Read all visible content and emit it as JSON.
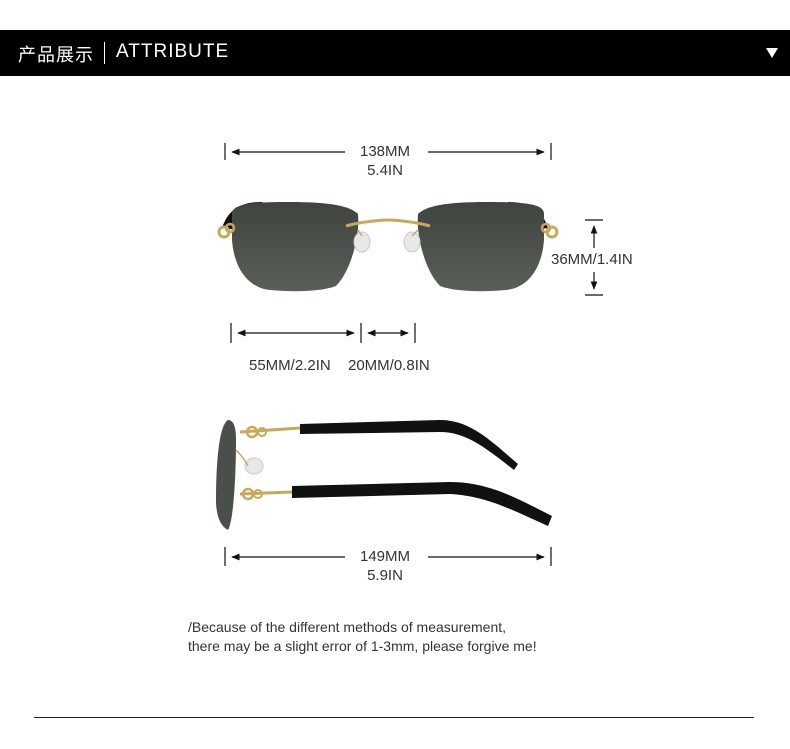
{
  "header": {
    "title_cn": "产品展示",
    "title_en": "ATTRIBUTE"
  },
  "dimensions": {
    "total_width_mm": "138MM",
    "total_width_in": "5.4IN",
    "lens_height": "36MM/1.4IN",
    "lens_width": "55MM/2.2IN",
    "bridge_width": "20MM/0.8IN",
    "temple_length_mm": "149MM",
    "temple_length_in": "5.9IN"
  },
  "note": {
    "line1": "/Because of the different methods of measurement,",
    "line2": "there may be a slight error of 1-3mm, please forgive me!"
  },
  "colors": {
    "header_bg": "#000000",
    "lens": "#4a4f49",
    "frame_gold": "#c9a85a",
    "temple": "#111111"
  }
}
